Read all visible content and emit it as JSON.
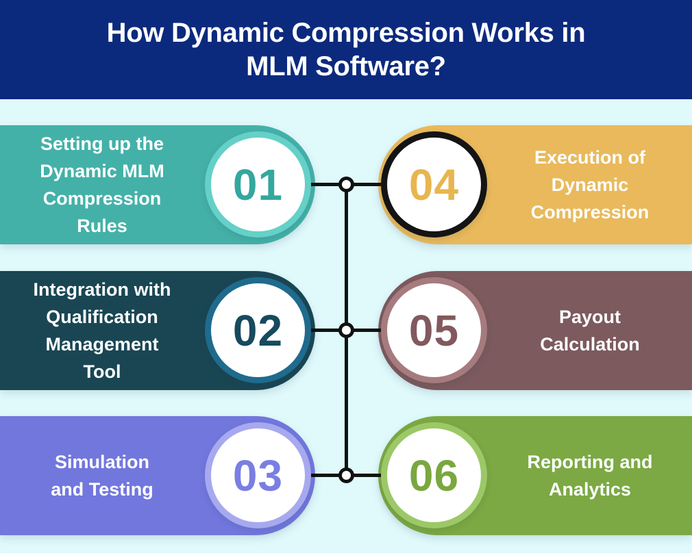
{
  "theme": {
    "page-bg": "#e0fafc",
    "header-bg": "#0c2a7d",
    "title-color": "#ffffff",
    "label-color": "#fdffff",
    "line-color": "#111111",
    "node-fill": "#ffffff",
    "node-border": "#111111"
  },
  "header": {
    "title": "How Dynamic Compression Works in MLM Software?",
    "title_lines": [
      "How Dynamic Compression Works in",
      "MLM Software?"
    ]
  },
  "steps": [
    {
      "number": "01",
      "label": "Setting up the Dynamic MLM Compression Rules",
      "label_lines": [
        "Setting up the",
        "Dynamic MLM",
        "Compression",
        "Rules"
      ],
      "column": "left",
      "row": 1,
      "band_color": "#44b1a8",
      "ring_color": "#65d0c7",
      "number_color": "#34a79e"
    },
    {
      "number": "02",
      "label": "Integration with Qualification Management Tool",
      "label_lines": [
        "Integration with",
        "Qualification",
        "Management",
        "Tool"
      ],
      "column": "left",
      "row": 2,
      "band_color": "#1a4654",
      "ring_color": "#1f6b8d",
      "number_color": "#164a5e"
    },
    {
      "number": "03",
      "label": "Simulation and Testing",
      "label_lines": [
        "Simulation",
        "and Testing"
      ],
      "column": "left",
      "row": 3,
      "band_color": "#7277dd",
      "ring_color": "#a7a9ef",
      "number_color": "#7a7ee2"
    },
    {
      "number": "04",
      "label": "Execution of Dynamic Compression",
      "label_lines": [
        "Execution of",
        "Dynamic",
        "Compression"
      ],
      "column": "right",
      "row": 1,
      "band_color": "#e9b95c",
      "ring_color": "#141414",
      "number_color": "#e8b54f"
    },
    {
      "number": "05",
      "label": "Payout Calculation",
      "label_lines": [
        "Payout",
        "Calculation"
      ],
      "column": "right",
      "row": 2,
      "band_color": "#7d5a5e",
      "ring_color": "#a67b7e",
      "number_color": "#82595e"
    },
    {
      "number": "06",
      "label": "Reporting and Analytics",
      "label_lines": [
        "Reporting and",
        "Analytics"
      ],
      "column": "right",
      "row": 3,
      "band_color": "#7ca943",
      "ring_color": "#9cc867",
      "number_color": "#7aa73f"
    }
  ]
}
